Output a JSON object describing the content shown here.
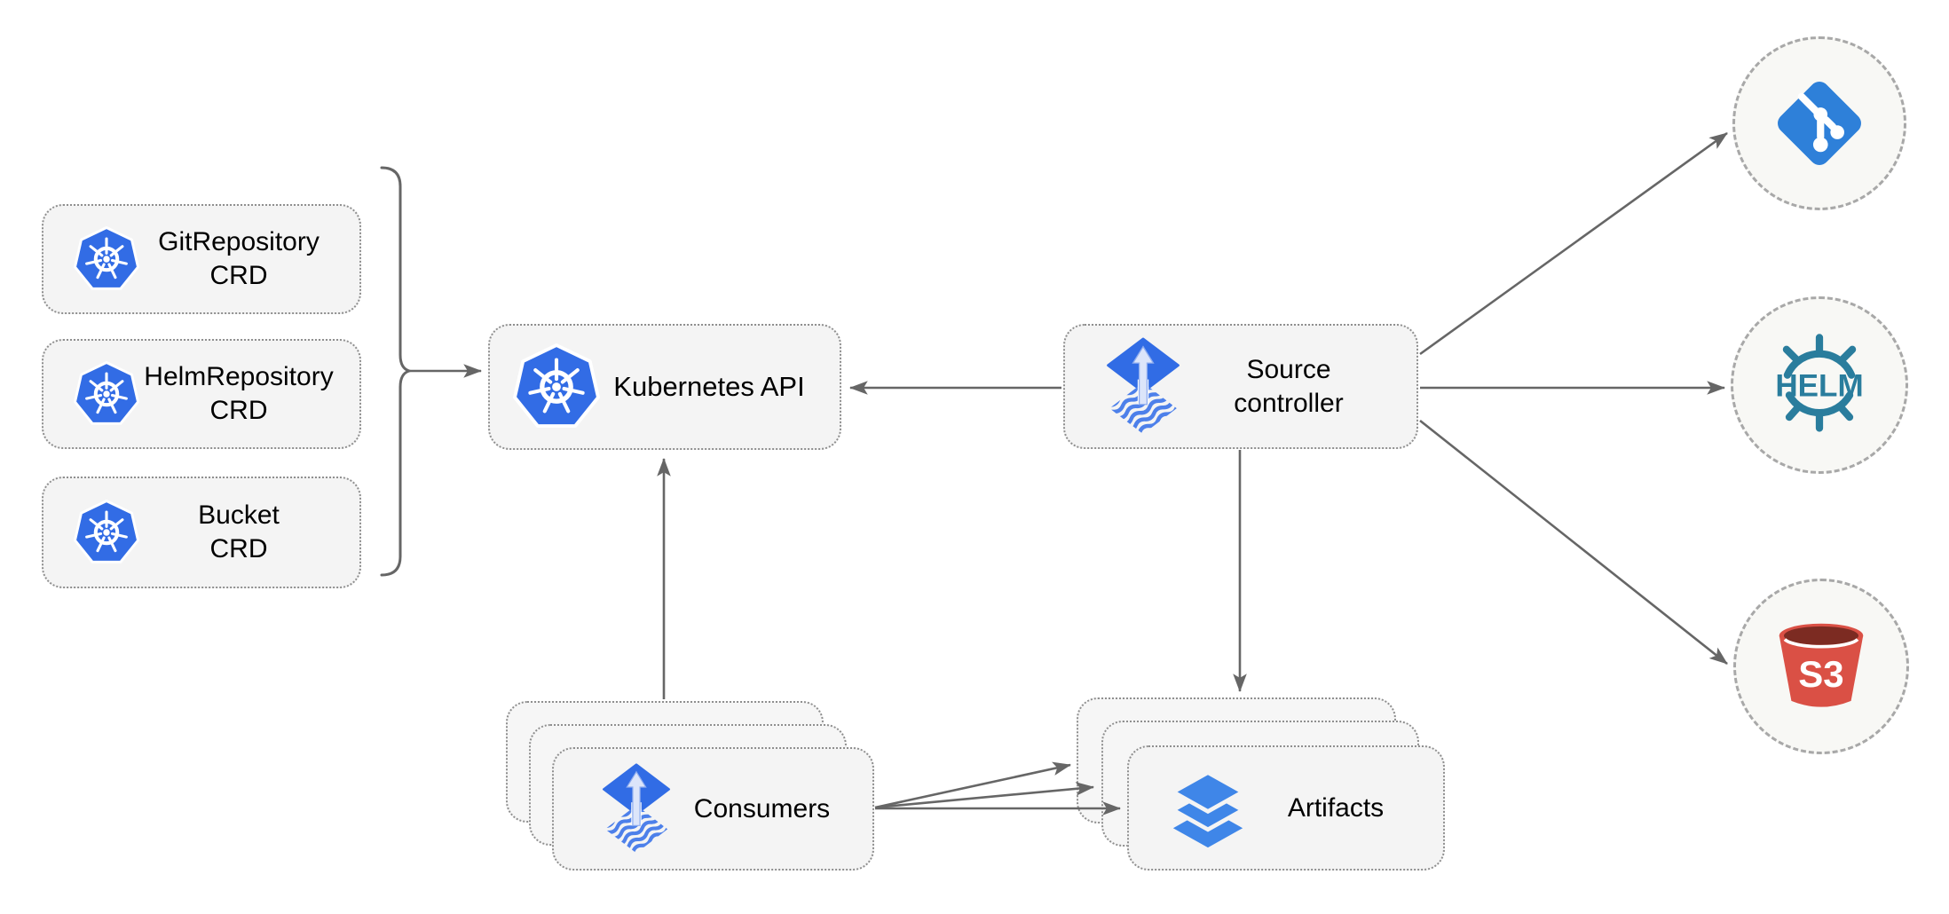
{
  "diagram": {
    "type": "architecture-diagram",
    "background": "#ffffff",
    "colors": {
      "node_fill": "#f4f4f4",
      "node_border": "#8f8f8f",
      "circle_fill": "#f8f8f5",
      "circle_border": "#a8a8a8",
      "connector": "#666666",
      "text": "#000000",
      "kubernetes_blue": "#326CE5",
      "flux_blue": "#316CE5",
      "flux_stripe_blue": "#4d80ea",
      "flux_arrow_light": "#dce5fa",
      "git_blue": "#2E80D9",
      "helm_teal": "#2A7D9D",
      "s3_red": "#DA5045",
      "s3_dark_red": "#7C2B22",
      "layers_blue": "#3F86E8"
    },
    "nodes": {
      "crd_boxes": [
        {
          "line1": "GitRepository",
          "line2": "CRD",
          "icon": "kubernetes-icon"
        },
        {
          "line1": "HelmRepository",
          "line2": "CRD",
          "icon": "kubernetes-icon"
        },
        {
          "line1": "Bucket",
          "line2": "CRD",
          "icon": "kubernetes-icon"
        }
      ],
      "kubernetes_api": {
        "label": "Kubernetes API",
        "icon": "kubernetes-icon"
      },
      "source_controller": {
        "line1": "Source",
        "line2": "controller",
        "icon": "flux-icon"
      },
      "consumers": {
        "label": "Consumers",
        "icon": "flux-icon",
        "stacked": 3
      },
      "artifacts": {
        "label": "Artifacts",
        "icon": "layers-icon",
        "stacked": 3
      },
      "git_endpoint": {
        "icon": "git-icon"
      },
      "helm_endpoint": {
        "icon": "helm-icon",
        "label": "HELM"
      },
      "s3_endpoint": {
        "icon": "s3-bucket-icon",
        "label": "S3"
      }
    },
    "edges": [
      {
        "from": "crd-group-bracket",
        "to": "kubernetes-api"
      },
      {
        "from": "source-controller",
        "to": "kubernetes-api"
      },
      {
        "from": "consumers",
        "to": "kubernetes-api"
      },
      {
        "from": "source-controller",
        "to": "artifacts"
      },
      {
        "from": "source-controller",
        "to": "git-endpoint"
      },
      {
        "from": "source-controller",
        "to": "helm-endpoint"
      },
      {
        "from": "source-controller",
        "to": "s3-endpoint"
      },
      {
        "from": "consumers",
        "to": "artifacts",
        "count": 3
      }
    ]
  }
}
